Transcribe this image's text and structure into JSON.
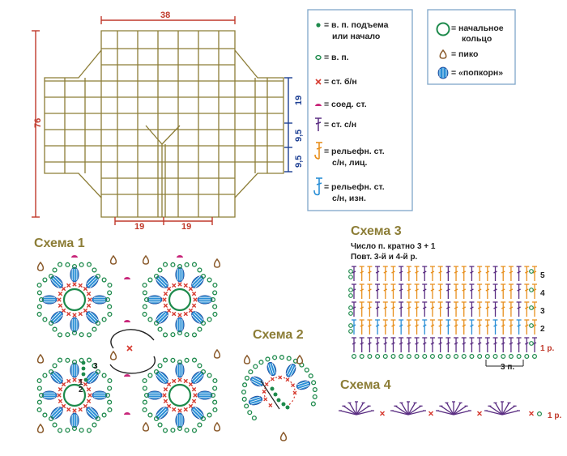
{
  "pattern": {
    "width_top": "38",
    "height": "76",
    "bottom_left": "19",
    "bottom_right": "19",
    "right_dims": [
      "19",
      "9,5",
      "9,5"
    ]
  },
  "legend": {
    "chain_lift": "= в. п. подъема или начало",
    "chain_lift_line1": "= в. п. подъема",
    "chain_lift_line2": "или начало",
    "chain": "= в. п.",
    "sc": "= ст. б/н",
    "slip": "= соед. ст.",
    "dc": "= ст. с/н",
    "fpdc_line1": "= рельефн. ст.",
    "fpdc_line2": "с/н, лиц.",
    "bpdc_line1": "= рельефн. ст.",
    "bpdc_line2": "с/н, изн."
  },
  "legend2": {
    "ring_line1": "= начальное",
    "ring_line2": "кольцо",
    "picot": "= пико",
    "popcorn": "= «попкорн»"
  },
  "schemes": {
    "s1": "Схема 1",
    "s2": "Схема 2",
    "s3": "Схема 3",
    "s4": "Схема 4"
  },
  "scheme1_labels": {
    "a": "3",
    "b": "2",
    "c": "1"
  },
  "scheme3": {
    "note1": "Число п. кратно 3 + 1",
    "note2": "Повт. 3-й и 4-й р.",
    "rows": [
      "5",
      "4",
      "3",
      "2"
    ],
    "row1": "1 р.",
    "repeat": "3 п."
  },
  "scheme4": {
    "row1": "1 р."
  },
  "colors": {
    "outline": "#8c7d36",
    "dimension": "#c0392b",
    "dimension_blue": "#1d3f93",
    "green": "#1e8a4c",
    "blue": "#2b8fd6",
    "orange": "#e8901e",
    "purple": "#5a2d82",
    "magenta": "#c8267a",
    "brown": "#8a5a2b",
    "red": "#d63a2f"
  }
}
